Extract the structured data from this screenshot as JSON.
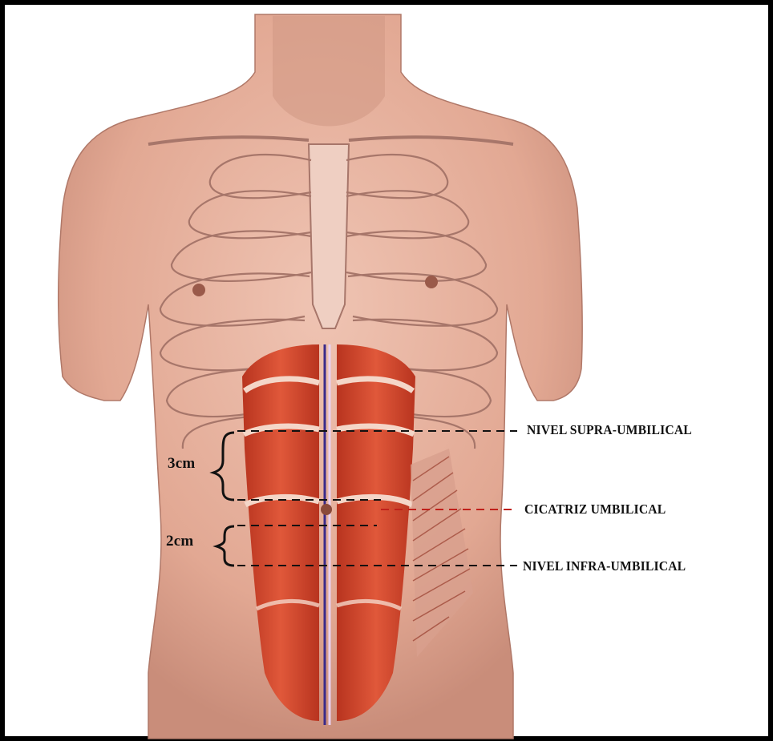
{
  "labels": {
    "supra": "NIVEL SUPRA-UMBILICAL",
    "cicatriz": "CICATRIZ UMBILICAL",
    "infra": "NIVEL INFRA-UMBILICAL",
    "upper_distance": "3cm",
    "lower_distance": "2cm"
  },
  "colors": {
    "skin": "#e7b3a1",
    "skin_shadow": "#c98d7a",
    "muscle": "#c9402a",
    "muscle_highlight": "#f4d6c8",
    "linea_alba": "#3a2a8a",
    "umbilical_line": "#c0201a",
    "frame": "#000000"
  }
}
